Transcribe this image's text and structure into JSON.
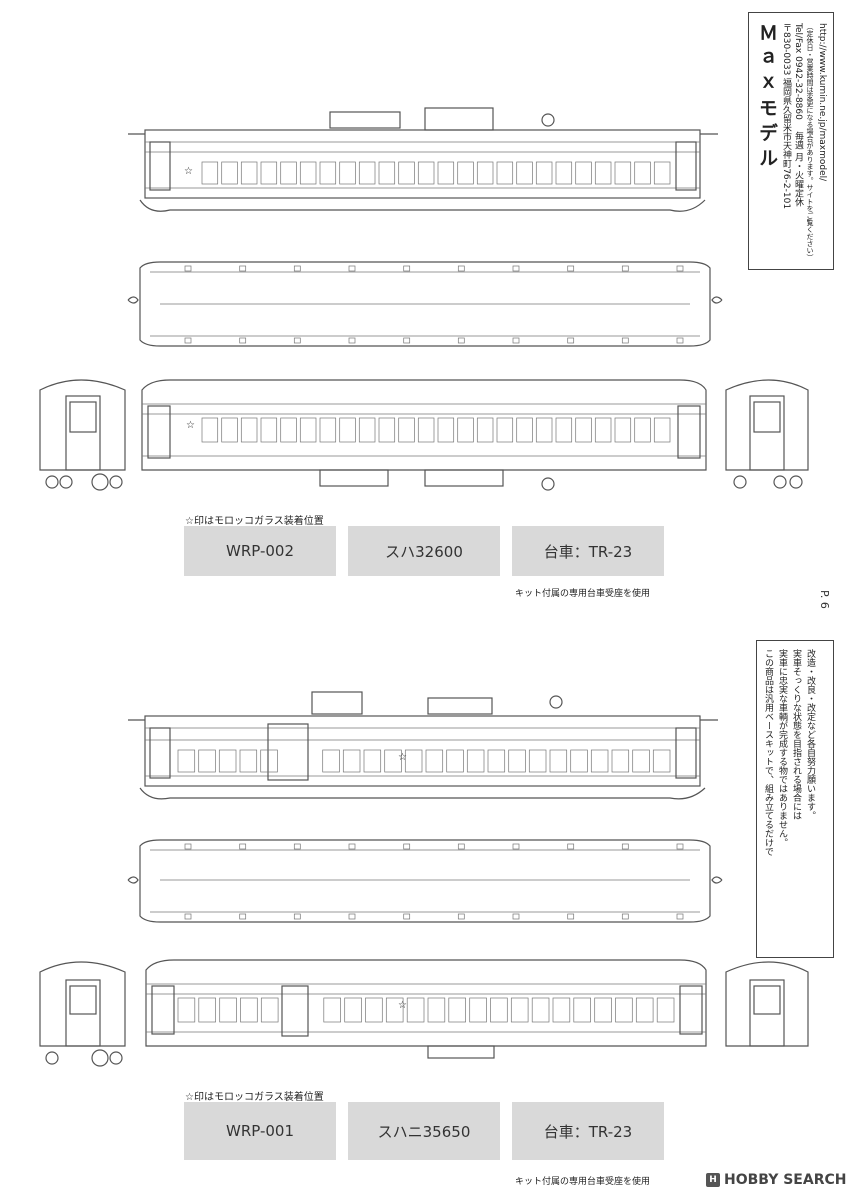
{
  "company": {
    "name": "Ｍａｘモデル",
    "postal": "〒830-0033 福岡県久留米市天神町76-2-101",
    "tel": "Tel/Fax 0942-32-8860 　毎週 月・火曜定休",
    "note": "（定休日・営業時間は変更になる場合があります。サイトをご覧ください）",
    "url": "http://www.kumin.ne.jp/maxmodel/"
  },
  "page_number": "P. 6",
  "disclaimer": {
    "line1": "この商品は汎用ベースキットで、組み立てるだけで",
    "line2": "実車に忠実な車輌が完成する物ではありません。",
    "line3": "実車そっくりな状態を目指される場合には",
    "line4": "改造・改良・改定など各自努力願います。"
  },
  "section1": {
    "star_note": "☆印はモロッコガラス装着位置",
    "labels": [
      "WRP-002",
      "スハ32600",
      "台車：TR-23"
    ],
    "bogie_note": "キット付属の専用台車受座を使用"
  },
  "section2": {
    "star_note": "☆印はモロッコガラス装着位置",
    "labels": [
      "WRP-001",
      "スハニ35650",
      "台車：TR-23"
    ],
    "bogie_note": "キット付属の専用台車受座を使用"
  },
  "watermark": {
    "text": "HOBBY SEARCH"
  }
}
